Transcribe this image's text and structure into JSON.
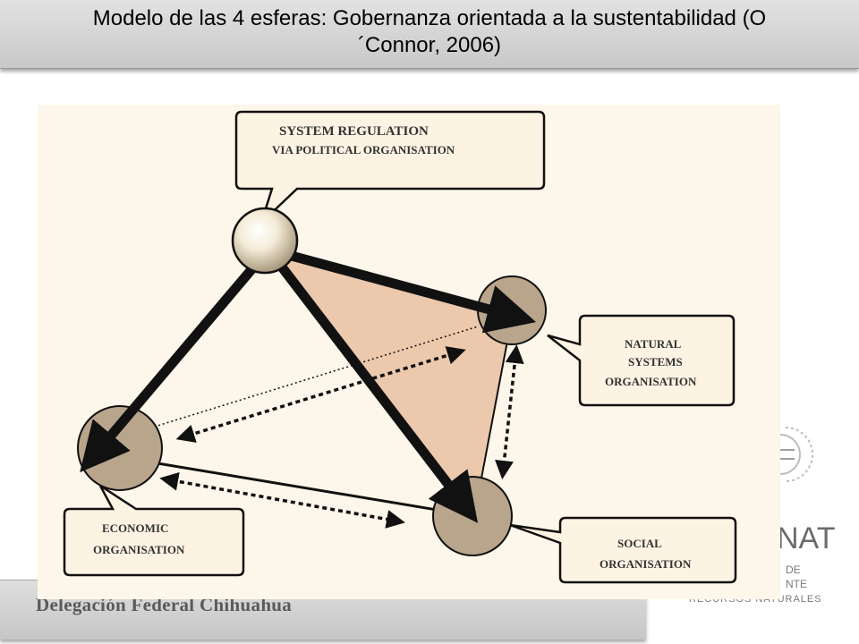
{
  "slide": {
    "title": "Modelo de las 4 esferas: Gobernanza orientada a la sustentabilidad (O´Connor, 2006)",
    "footer": "Delegación Federal Chihuahua"
  },
  "logo": {
    "text": "NAT",
    "line1": "DE",
    "line2": "NTE",
    "line3": "RECURSOS NATURALES"
  },
  "diagram": {
    "top_box": {
      "line1": "SYSTEM REGULATION",
      "line2": "VIA POLITICAL ORGANISATION"
    },
    "natural_box": {
      "line1": "NATURAL",
      "line2": "SYSTEMS",
      "line3": "ORGANISATION"
    },
    "economic_box": {
      "line1": "ECONOMIC",
      "line2": "ORGANISATION"
    },
    "social_box": {
      "line1": "SOCIAL",
      "line2": "ORGANISATION"
    },
    "colors": {
      "background": "#fdf6ea",
      "triangle_fill": "#ecc8ad",
      "node_fill": "#b8a58c",
      "box_fill": "#fdf3e3",
      "stroke": "#111111"
    }
  }
}
